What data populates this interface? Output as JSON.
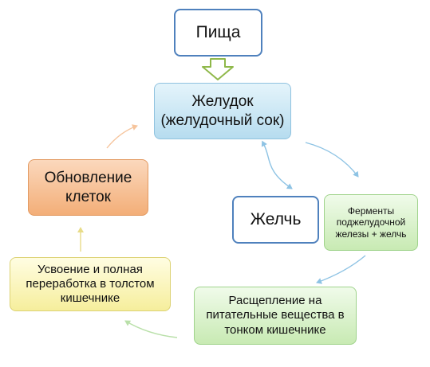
{
  "nodes": {
    "food": {
      "line1": "Пища"
    },
    "stomach": {
      "line1": "Желудок",
      "line2": "(желудочный сок)"
    },
    "renewal": {
      "line1": "Обновление",
      "line2": "клеток"
    },
    "bile": {
      "line1": "Желчь"
    },
    "enzymes": {
      "line1": "Ферменты",
      "line2": "поджелудочной",
      "line3": "железы + желчь"
    },
    "absorption": {
      "line1": "Усвоение и полная",
      "line2": "переработка в толстом",
      "line3": "кишечнике"
    },
    "breakdown": {
      "line1": "Расщепление на",
      "line2": "питательные вещества в",
      "line3": "тонком кишечнике"
    }
  },
  "colors": {
    "node_border_blue": "#4f81bd",
    "stomach_fill": "#b6dcef",
    "renewal_fill": "#f3ae78",
    "enzymes_fill": "#c8eab3",
    "absorption_fill": "#f6ee9c",
    "breakdown_fill": "#c8eab3",
    "arrow_blue": "#8ec3e4",
    "arrow_green": "#b9e0a9",
    "arrow_orange": "#f6c49c",
    "block_arrow": "#8fb84a"
  }
}
